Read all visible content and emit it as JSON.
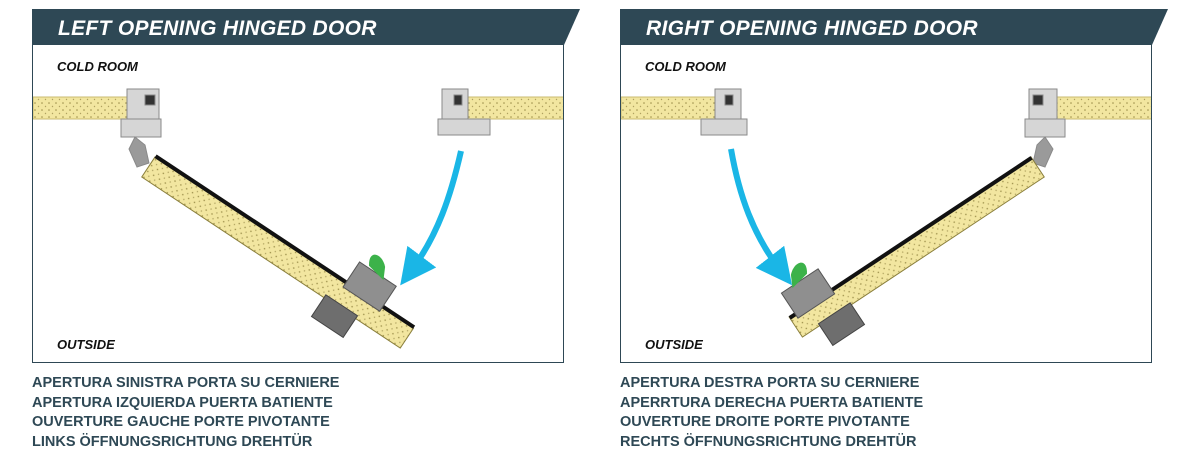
{
  "colors": {
    "banner": "#2e4855",
    "caption": "#2e4855",
    "panel_fill": "#f2e6a0",
    "arrow": "#1ab6e6",
    "handle": "#3cb24a"
  },
  "left": {
    "title": "LEFT OPENING HINGED DOOR",
    "cold_label": "COLD ROOM",
    "outside_label": "OUTSIDE",
    "captions": [
      "APERTURA SINISTRA PORTA SU CERNIERE",
      "APERTURA IZQUIERDA PUERTA BATIENTE",
      "OUVERTURE GAUCHE PORTE PIVOTANTE",
      "LINKS ÖFFNUNGSRICHTUNG DREHTÜR"
    ]
  },
  "right": {
    "title": "RIGHT OPENING HINGED DOOR",
    "cold_label": "COLD ROOM",
    "outside_label": "OUTSIDE",
    "captions": [
      "APERTURA DESTRA PORTA SU CERNIERE",
      "APERRTURA DERECHA PUERTA BATIENTE",
      "OUVERTURE DROITE PORTE PIVOTANTE",
      "RECHTS ÖFFNUNGSRICHTUNG DREHTÜR"
    ]
  }
}
